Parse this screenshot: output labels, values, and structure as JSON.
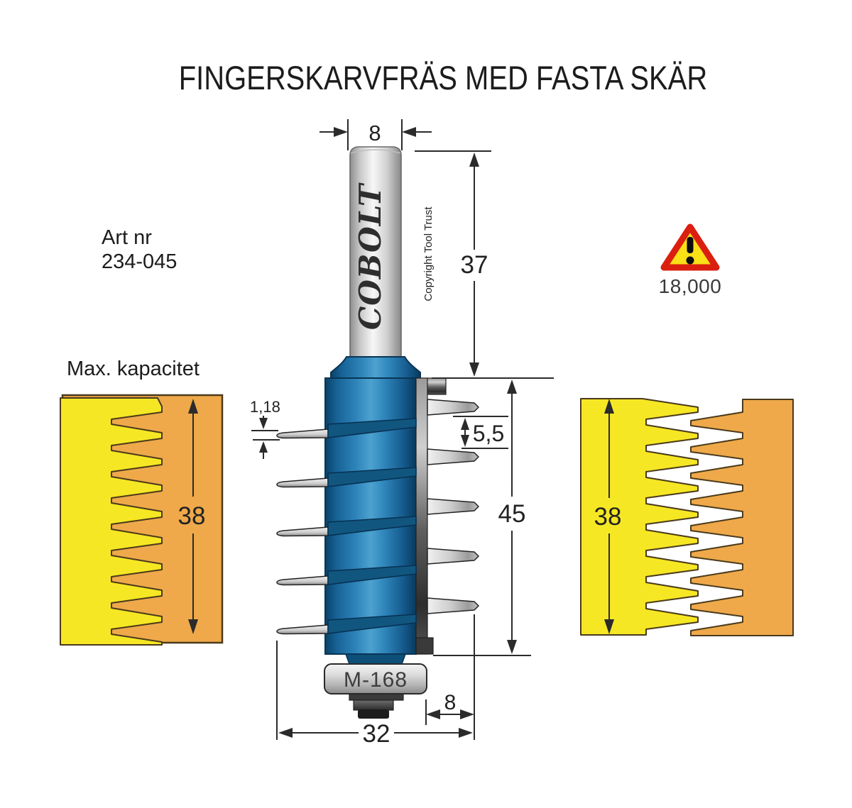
{
  "title": "FINGERSKARVFRÄS MED FASTA SKÄR",
  "product": {
    "art_label": "Art nr",
    "art_number": "234-045",
    "brand": "COBOLT",
    "copyright": "Copyright Tool Trust",
    "nut_marking": "M-168"
  },
  "capacity": {
    "label": "Max. kapacitet"
  },
  "warning": {
    "max_rpm": "18,000"
  },
  "dimensions": {
    "shank_diameter": "8",
    "shank_length": "37",
    "blade_thickness": "1,18",
    "tooth_spacing": "5,5",
    "cutting_length": "45",
    "finger_depth": "8",
    "cutting_diameter": "32",
    "capacity_left": "38",
    "capacity_right": "38"
  },
  "colors": {
    "wood_yellow": "#F6E724",
    "wood_orange": "#EFA94A",
    "wood_outline": "#4A3A1C",
    "body_blue": "#1B6FA3",
    "warning_red": "#DA1F10",
    "warning_yellow": "#F9E017",
    "dimension_ink": "#2B2B2B"
  }
}
